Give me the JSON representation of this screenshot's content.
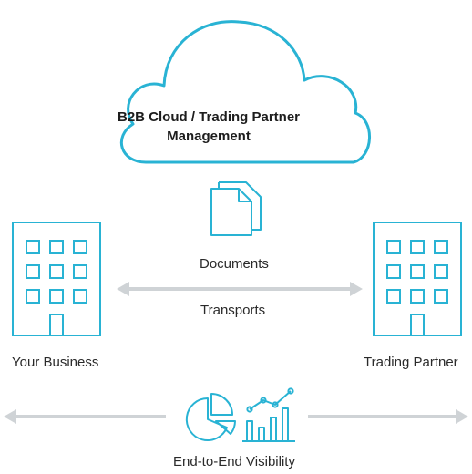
{
  "cloud": {
    "title_line1": "B2B Cloud / Trading Partner",
    "title_line2": "Management"
  },
  "labels": {
    "documents": "Documents",
    "transports": "Transports",
    "your_business": "Your Business",
    "trading_partner": "Trading Partner",
    "visibility": "End-to-End Visibility"
  },
  "colors": {
    "accent": "#29b3d4",
    "arrow": "#cfd3d6",
    "text": "#2a2a2a"
  },
  "icons": [
    "cloud-icon",
    "documents-icon",
    "building-icon",
    "pie-chart-icon",
    "bar-line-chart-icon"
  ]
}
